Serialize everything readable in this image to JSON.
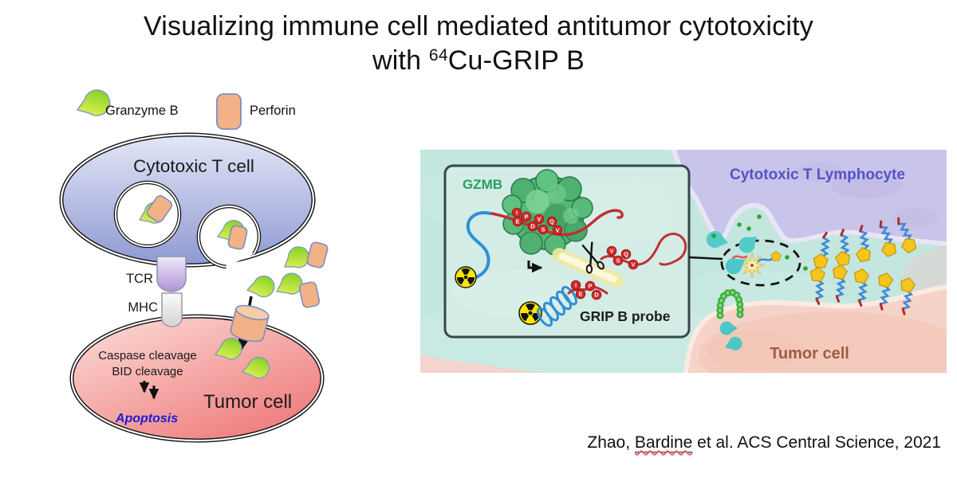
{
  "title": {
    "line1": "Visualizing immune cell mediated antitumor cytotoxicity",
    "line2_prefix": "with ",
    "isotope": "64",
    "line2_suffix": "Cu-GRIP B"
  },
  "legend": {
    "granzyme_label": "Granzyme B",
    "perforin_label": "Perforin"
  },
  "left_diagram": {
    "t_cell_label": "Cytotoxic T cell",
    "tcr_label": "TCR",
    "mhc_label": "MHC",
    "caspase_line": "Caspase cleavage",
    "bid_line": "BID cleavage",
    "apoptosis_label": "Apoptosis",
    "tumor_label": "Tumor cell"
  },
  "right_diagram": {
    "ctl_label": "Cytotoxic T Lymphocyte",
    "tumor_label": "Tumor cell",
    "inset": {
      "gzmb_label": "GZMB",
      "probe_label": "GRIP B probe",
      "cleavage_sequence": [
        "I",
        "E",
        "P",
        "D",
        "V",
        "S",
        "Q",
        "V"
      ],
      "frag_left": [
        "I",
        "E",
        "P",
        "D"
      ],
      "frag_right": [
        "V",
        "S",
        "Q",
        "V"
      ]
    }
  },
  "citation": {
    "pre": "Zhao, ",
    "underlined": "Bardine",
    "post": " et al. ACS Central Science, 2021"
  },
  "colors": {
    "background": "#ffffff",
    "text_primary": "#111111",
    "granzyme_green": "#7bcd27",
    "granzyme_yellow": "#f4f75e",
    "perforin_peach": "#f2b286",
    "t_cell_blue": "#9aa3d8",
    "tumor_cell_pink": "#f08080",
    "tcr_purple": "#b49ad8",
    "mhc_gray": "#e0e0e0",
    "apoptosis_blue": "#1b1bd8",
    "gzmb_green": "#27a05f",
    "ctl_purple": "#5552c8",
    "tumor_brown": "#9e5b43",
    "probe_yellow": "#f6c51c",
    "linker_blue": "#2f8fd4",
    "peptide_red": "#c03030",
    "radioactive_yellow": "#ffe600",
    "synapse_teal": "#c3e6df"
  }
}
